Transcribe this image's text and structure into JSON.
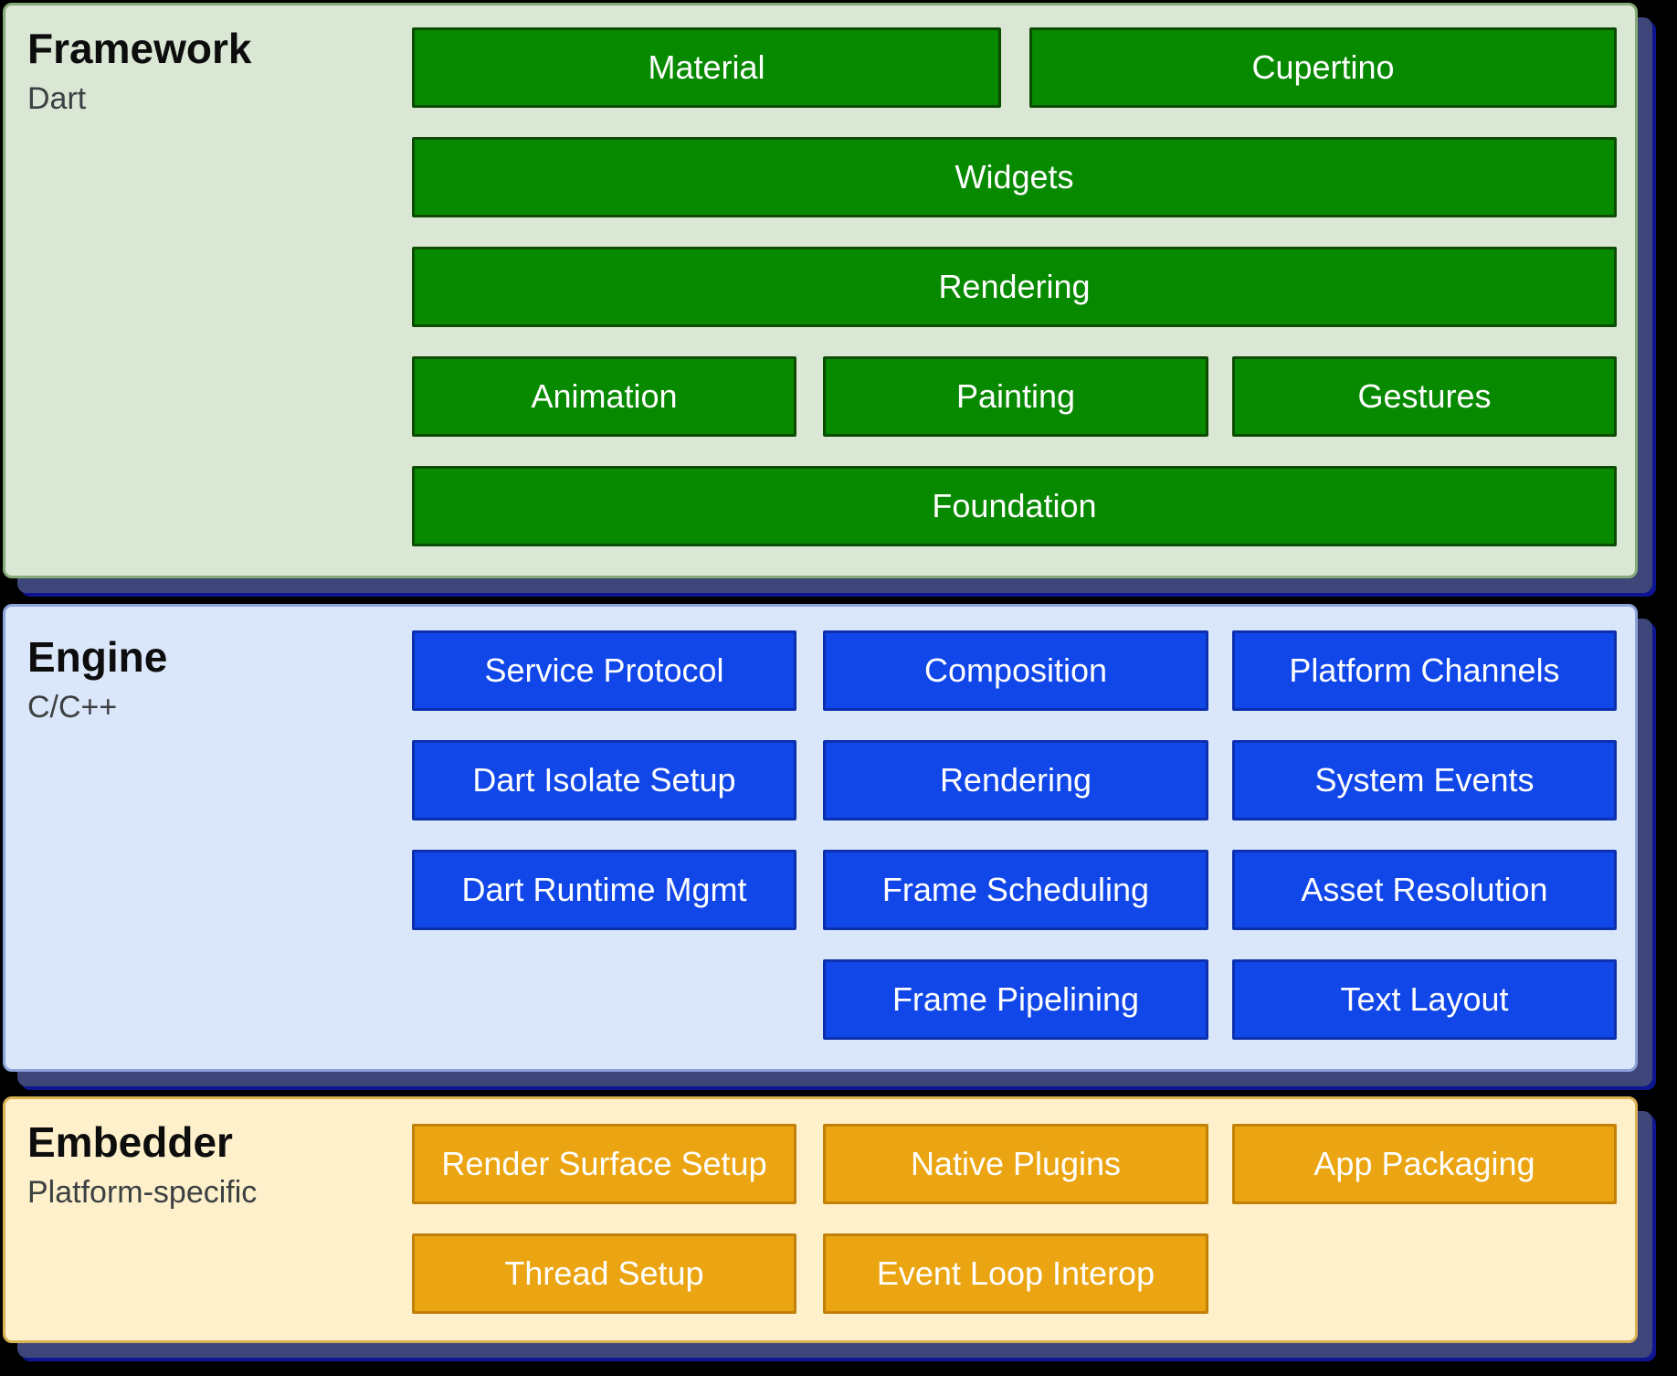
{
  "palette": {
    "page_background": "#000000",
    "card_shadow": "#3e4679",
    "card_shadow_edge": "#0d1590",
    "framework_card_bg": "#d9e7d4",
    "framework_card_border": "#84ab78",
    "framework_box_bg": "#088a00",
    "framework_box_border": "#0b4c02",
    "engine_card_bg": "#dae6f9",
    "engine_card_border": "#8ca4d9",
    "engine_box_bg": "#1147e8",
    "engine_box_border": "#0c2fae",
    "embedder_card_bg": "#fdf0ca",
    "embedder_card_border": "#d9b254",
    "embedder_box_bg": "#eca512",
    "embedder_box_border": "#c18109",
    "box_text": "#ffffff",
    "title_text": "#0d0d0d",
    "subtitle_text": "#3d4043"
  },
  "framework": {
    "title": "Framework",
    "subtitle": "Dart",
    "boxes": {
      "material": "Material",
      "cupertino": "Cupertino",
      "widgets": "Widgets",
      "rendering": "Rendering",
      "animation": "Animation",
      "painting": "Painting",
      "gestures": "Gestures",
      "foundation": "Foundation"
    }
  },
  "engine": {
    "title": "Engine",
    "subtitle": "C/C++",
    "boxes": {
      "service_protocol": "Service Protocol",
      "composition": "Composition",
      "platform_channels": "Platform Channels",
      "dart_isolate_setup": "Dart Isolate Setup",
      "rendering": "Rendering",
      "system_events": "System Events",
      "dart_runtime_mgmt": "Dart Runtime Mgmt",
      "frame_scheduling": "Frame Scheduling",
      "asset_resolution": "Asset Resolution",
      "frame_pipelining": "Frame Pipelining",
      "text_layout": "Text Layout"
    }
  },
  "embedder": {
    "title": "Embedder",
    "subtitle": "Platform-specific",
    "boxes": {
      "render_surface_setup": "Render Surface Setup",
      "native_plugins": "Native Plugins",
      "app_packaging": "App Packaging",
      "thread_setup": "Thread Setup",
      "event_loop_interop": "Event Loop Interop"
    }
  }
}
